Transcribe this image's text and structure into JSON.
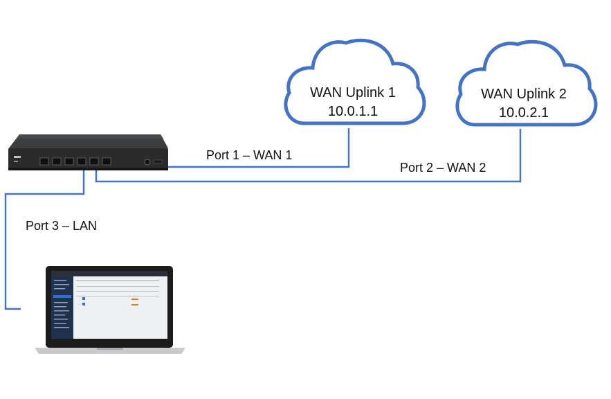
{
  "colors": {
    "link": "#4472c4",
    "cloud_stroke": "#4472c4",
    "router_body": "#2b2b2b",
    "router_front": "#3a3a3a",
    "laptop_frame": "#1c1c1c",
    "laptop_base": "#c9cacc",
    "laptop_sidebar": "#1f3350",
    "laptop_header": "#2a2f3a"
  },
  "clouds": [
    {
      "id": "wan1",
      "name": "WAN Uplink 1",
      "ip": "10.0.1.1",
      "icon": "cloud-icon"
    },
    {
      "id": "wan2",
      "name": "WAN Uplink 2",
      "ip": "10.0.2.1",
      "icon": "cloud-icon"
    }
  ],
  "links": {
    "port1": "Port 1 – WAN 1",
    "port2": "Port 2 – WAN 2",
    "port3": "Port 3 – LAN"
  },
  "devices": {
    "router_icon": "router-icon",
    "laptop_icon": "laptop-icon"
  }
}
